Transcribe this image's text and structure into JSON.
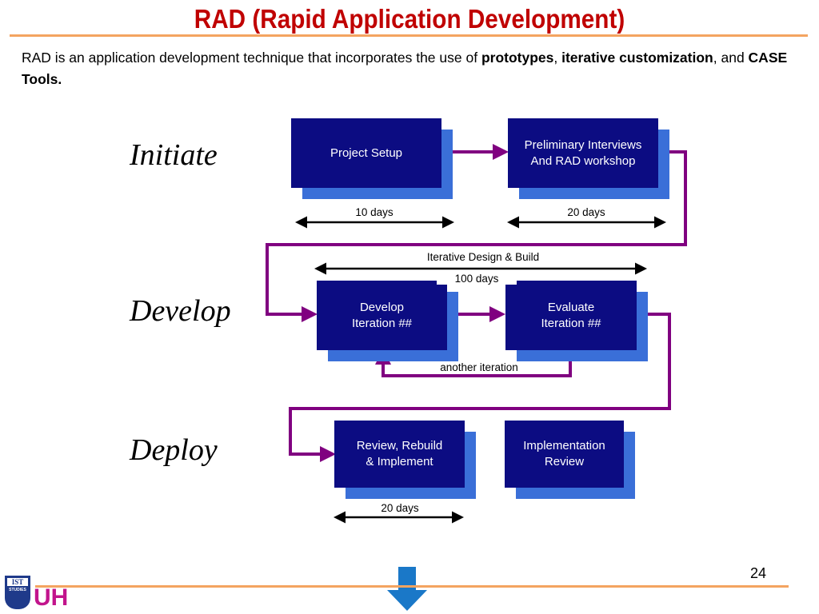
{
  "slide": {
    "title": "RAD (Rapid Application Development)",
    "intro": {
      "t1": "RAD is an application development technique that incorporates the use of ",
      "b1": "prototypes",
      "t2": ", ",
      "b2": "iterative customization",
      "t3": ", and ",
      "b3": "CASE Tools."
    },
    "page_number": "24"
  },
  "phases": {
    "initiate": "Initiate",
    "develop": "Develop",
    "deploy": "Deploy"
  },
  "boxes": {
    "project_setup": "Project Setup",
    "preliminary": "Preliminary Interviews\nAnd RAD workshop",
    "develop_iteration": "Develop\nIteration ##",
    "evaluate_iteration": "Evaluate\nIteration ##",
    "review_rebuild": "Review, Rebuild\n& Implement",
    "implementation_review": "Implementation\nReview"
  },
  "durations": {
    "setup": "10 days",
    "interviews": "20 days",
    "iterative_title": "Iterative Design & Build",
    "iterative": "100 days",
    "deploy": "20 days"
  },
  "loop_label": "another iteration",
  "logos": {
    "ist_top": "IST",
    "ist_bottom": "STUDIES",
    "uh": "UH"
  },
  "colors": {
    "title": "#c00000",
    "box": "#0c0c82",
    "box_shadow": "#3a6fd8",
    "flow_arrow": "#800080",
    "rule": "#f4a460",
    "nav_arrow": "#1a78c8"
  }
}
